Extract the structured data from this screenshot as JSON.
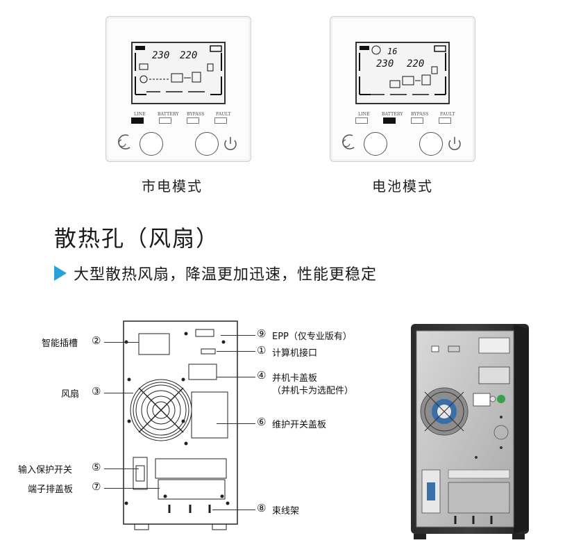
{
  "panels": {
    "leds": [
      "LINE",
      "BATTERY",
      "BYPASS",
      "FAULT"
    ],
    "readout_in": "230",
    "readout_out": "220",
    "timer": "16",
    "line_mode": {
      "caption": "市电模式",
      "active_led": "LINE"
    },
    "battery_mode": {
      "caption": "电池模式",
      "active_led": "BATTERY"
    }
  },
  "section": {
    "title": "散热孔（风扇）",
    "bullet": "大型散热风扇，降温更加迅速，性能更稳定"
  },
  "rear_diagram": {
    "left_callouts": [
      {
        "label": "智能插槽",
        "num": "②"
      },
      {
        "label": "风扇",
        "num": "③"
      },
      {
        "label": "输入保护开关",
        "num": "⑤"
      },
      {
        "label": "端子排盖板",
        "num": "⑦"
      }
    ],
    "right_callouts": [
      {
        "num": "⑨",
        "label": "EPP（仅专业版有）"
      },
      {
        "num": "①",
        "label": "计算机接口"
      },
      {
        "num": "④",
        "label": "并机卡盖板",
        "sub": "（并机卡为选配件）"
      },
      {
        "num": "⑥",
        "label": "维护开关盖板"
      },
      {
        "num": "⑧",
        "label": "束线架"
      }
    ]
  },
  "colors": {
    "accent": "#2a9fd8",
    "text": "#1a1a1a",
    "line": "#333333"
  }
}
